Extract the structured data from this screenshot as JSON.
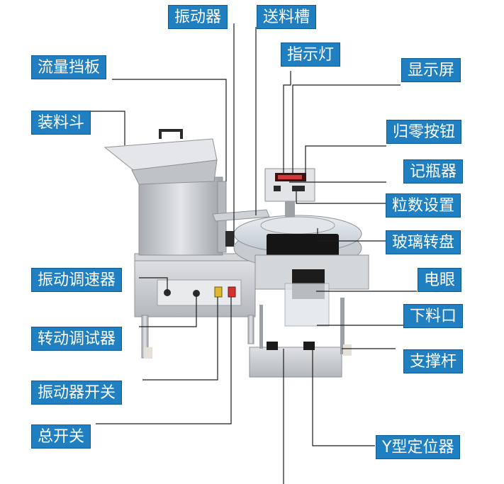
{
  "labels": {
    "zhendongqi": "振动器",
    "songliaocao": "送料槽",
    "zhishideng": "指示灯",
    "xianshiping": "显示屏",
    "liuliangdangban": "流量挡板",
    "guilinganniu": "归零按钮",
    "zhuangliaodou": "装料斗",
    "jipingqi": "记瓶器",
    "lishushezhi": "粒数设置",
    "bolizhuanpan": "玻璃转盘",
    "zhendongtiaosuqi": "振动调速器",
    "dianyan": "电眼",
    "xialiaokou": "下料口",
    "zhuandongtiaoshiqi": "转动调试器",
    "zhichenggan": "支撑杆",
    "zhendongqikaiguan": "振动器开关",
    "zongkaiguan": "总开关",
    "ydingweiqi": "Y型定位器"
  },
  "colors": {
    "label_bg": "#1f7fc1",
    "label_text": "#ffffff",
    "steel": "#c9ccd0",
    "leader": "#1c1c1c"
  }
}
